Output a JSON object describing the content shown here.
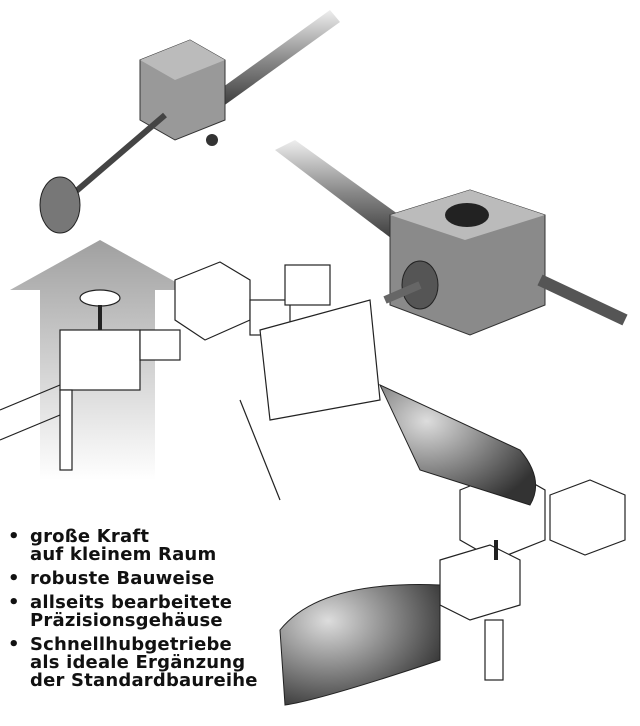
{
  "features": [
    {
      "lines": [
        "große Kraft",
        "auf kleinem Raum"
      ]
    },
    {
      "lines": [
        "robuste Bauweise"
      ]
    },
    {
      "lines": [
        "allseits bearbeitete",
        "Präzisionsgehäuse"
      ]
    },
    {
      "lines": [
        "Schnellhubgetriebe",
        "als ideale Ergänzung",
        "der Standardbaureihe"
      ]
    }
  ],
  "bullet_symbol": "•"
}
